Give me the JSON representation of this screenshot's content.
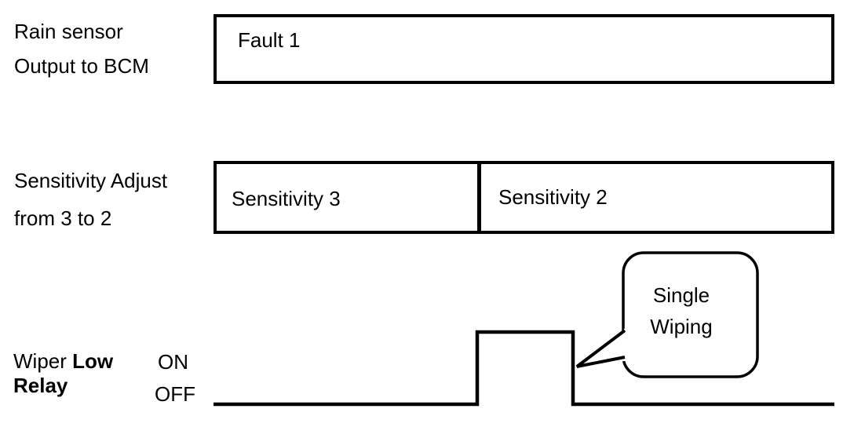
{
  "colors": {
    "ink": "#000000",
    "background": "#ffffff"
  },
  "rain_sensor_row": {
    "label": [
      "Rain sensor",
      "Output to BCM"
    ],
    "signal_box": "Fault 1"
  },
  "sensitivity_row": {
    "label": [
      "Sensitivity Adjust",
      "from 3 to 2"
    ],
    "segments": [
      "Sensitivity 3",
      "Sensitivity 2"
    ]
  },
  "wiper_relay_row": {
    "label_word1": "Wiper",
    "label_word2": "Low",
    "label_line2": "Relay",
    "level_on": "ON",
    "level_off": "OFF",
    "callout": [
      "Single",
      "Wiping"
    ],
    "signal": {
      "type": "digital-pulse",
      "baseline_state": "OFF",
      "pulse_count": 1,
      "pulse_starts_at": "sensitivity change from 3 to 2",
      "pulse_meaning": "Single Wiping"
    }
  }
}
